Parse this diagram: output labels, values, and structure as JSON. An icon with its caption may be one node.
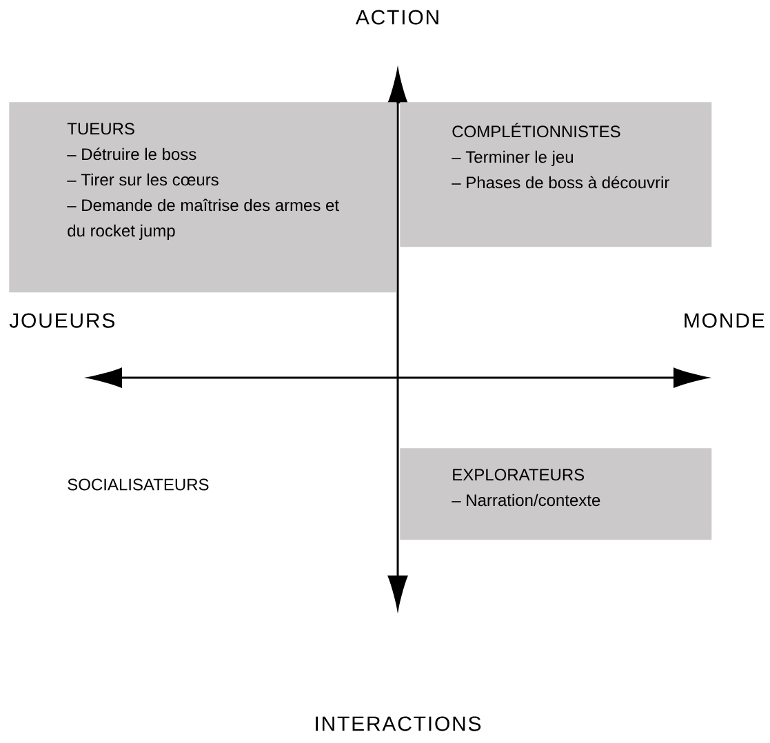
{
  "diagram": {
    "nodes": [
      {
        "text": [
          "TUEURS",
          "– Détruire le boss",
          "– Tirer sur les cœurs",
          "– Demande de maîtrise des armes et du rocket jump"
        ]
      },
      {
        "text": [
          "COMPLÉTIONNISTES",
          "– Terminer le jeu",
          "– Phases de boss à découvrir"
        ]
      },
      {
        "text": [
          "EXPLORATEURS",
          "– Narration/contexte"
        ]
      }
    ],
    "labels": [
      "ACTION",
      "JOUEURS",
      "MONDE",
      "SOCIALISATEURS",
      "INTERACTIONS"
    ]
  }
}
